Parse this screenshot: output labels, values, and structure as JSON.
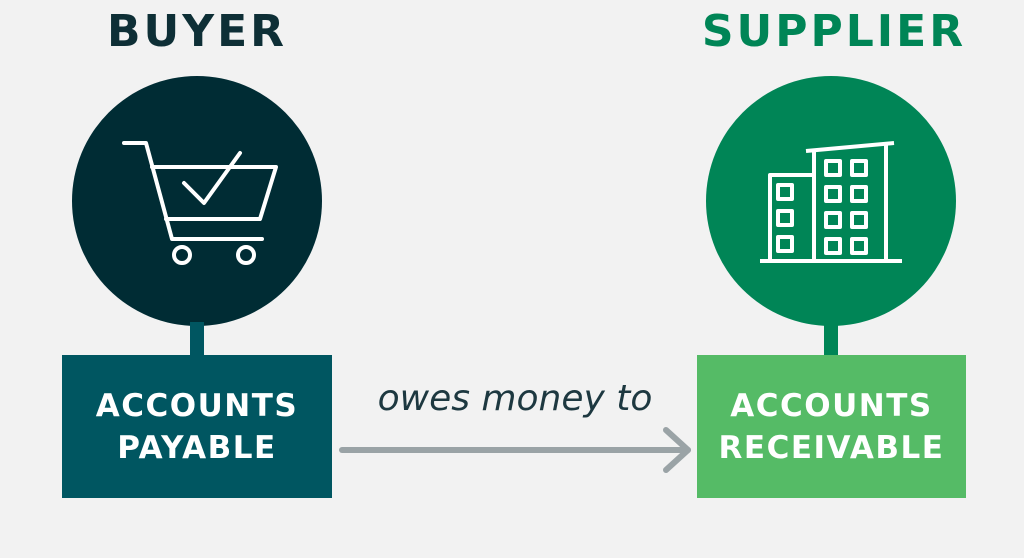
{
  "buyer": {
    "title": "BUYER",
    "icon": "shopping-cart-check-icon",
    "box_line1": "ACCOUNTS",
    "box_line2": "PAYABLE",
    "color": "#002c34",
    "box_color": "#005661"
  },
  "supplier": {
    "title": "SUPPLIER",
    "icon": "office-building-icon",
    "box_line1": "ACCOUNTS",
    "box_line2": "RECEIVABLE",
    "color": "#008556",
    "box_color": "#55bb66"
  },
  "relation": {
    "label": "owes money to",
    "arrow_color": "#9aa3a6"
  }
}
